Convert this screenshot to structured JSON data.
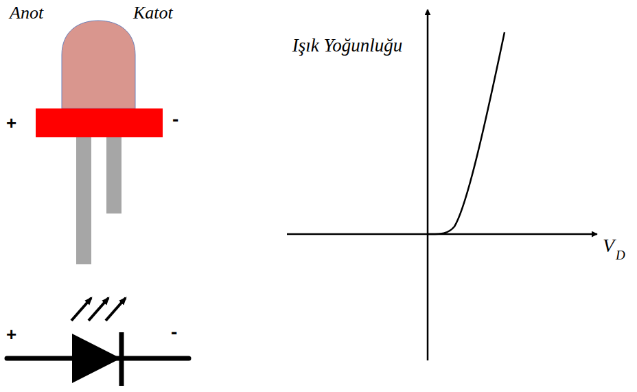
{
  "diagram": {
    "labels": [
      "Anot",
      "Katot",
      "+",
      "-",
      "+",
      "-",
      "Işık Yoğunluğu",
      "V",
      "D"
    ]
  }
}
